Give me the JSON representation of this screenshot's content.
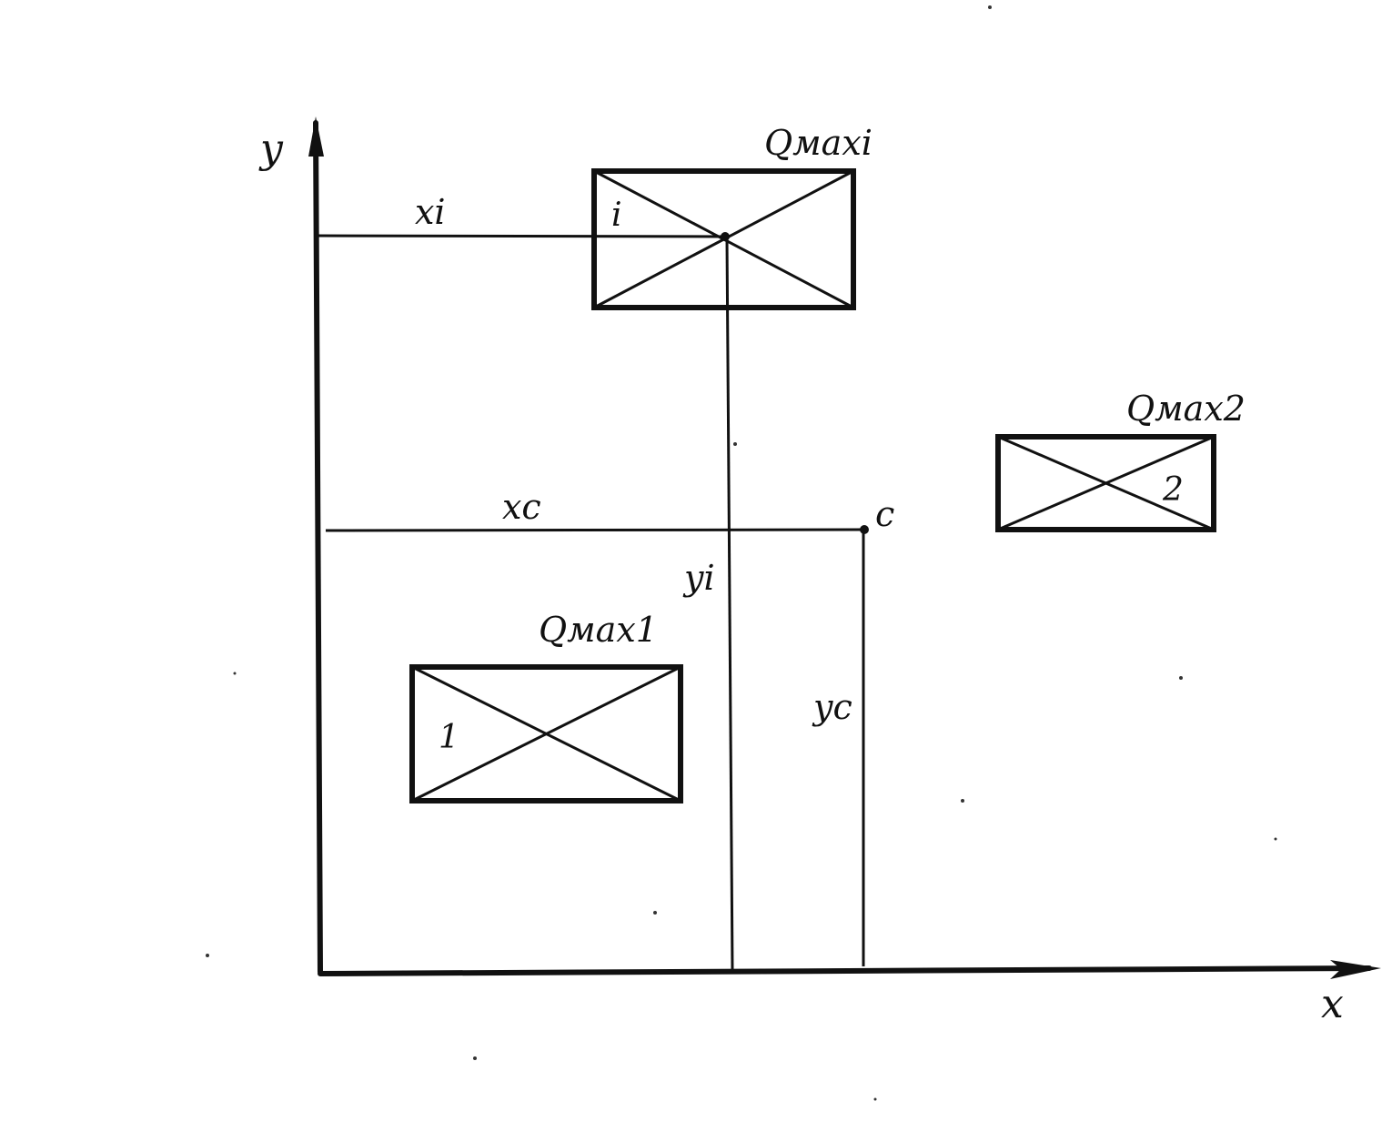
{
  "axes": {
    "x_label": "x",
    "y_label": "y"
  },
  "rectangles": [
    {
      "id": "i",
      "number_label": "i",
      "load_label": "Qмахi"
    },
    {
      "id": "1",
      "number_label": "1",
      "load_label": "Qмах1"
    },
    {
      "id": "2",
      "number_label": "2",
      "load_label": "Qмах2"
    }
  ],
  "dimension_labels": {
    "xi": "xi",
    "yi": "yi",
    "xc": "xc",
    "yc": "yc"
  },
  "point": {
    "label": "c"
  },
  "colors": {
    "ink": "#111111",
    "paper": "#ffffff"
  }
}
